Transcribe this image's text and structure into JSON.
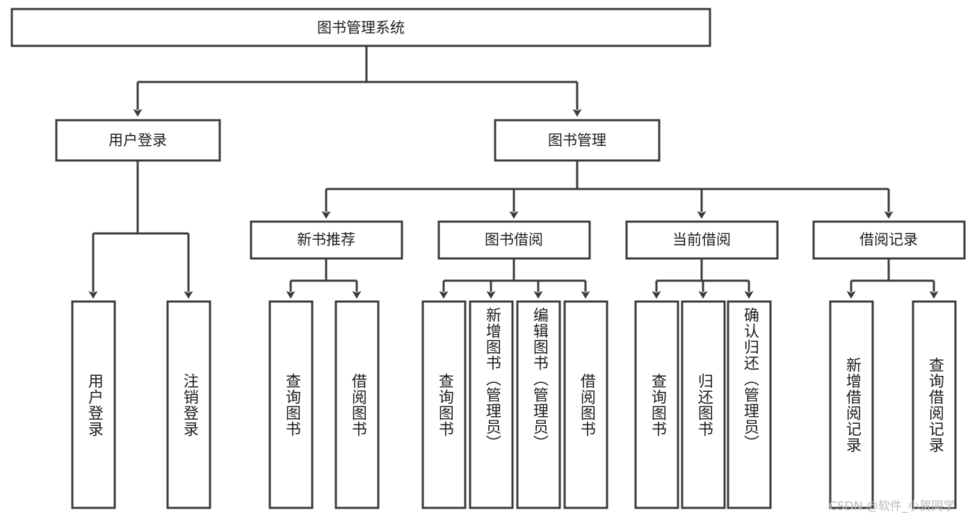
{
  "diagram": {
    "title": "图书管理系统",
    "type": "tree",
    "root": {
      "id": "root",
      "label": "图书管理系统",
      "orientation": "horizontal"
    },
    "level2": [
      {
        "id": "user-login",
        "label": "用户登录",
        "orientation": "horizontal"
      },
      {
        "id": "book-manage",
        "label": "图书管理",
        "orientation": "horizontal"
      }
    ],
    "level3": [
      {
        "id": "new-book-recommend",
        "label": "新书推荐",
        "orientation": "horizontal",
        "parent": "book-manage"
      },
      {
        "id": "book-borrow",
        "label": "图书借阅",
        "orientation": "horizontal",
        "parent": "book-manage"
      },
      {
        "id": "current-borrow",
        "label": "当前借阅",
        "orientation": "horizontal",
        "parent": "book-manage"
      },
      {
        "id": "borrow-record",
        "label": "借阅记录",
        "orientation": "horizontal",
        "parent": "book-manage"
      }
    ],
    "leaves": [
      {
        "id": "leaf-user-login",
        "label": "用户登录",
        "parent": "user-login",
        "orientation": "vertical"
      },
      {
        "id": "leaf-logout-login",
        "label": "注销登录",
        "parent": "user-login",
        "orientation": "vertical"
      },
      {
        "id": "leaf-query-book-1",
        "label": "查询图书",
        "parent": "new-book-recommend",
        "orientation": "vertical"
      },
      {
        "id": "leaf-borrow-book-1",
        "label": "借阅图书",
        "parent": "new-book-recommend",
        "orientation": "vertical"
      },
      {
        "id": "leaf-query-book-2",
        "label": "查询图书",
        "parent": "book-borrow",
        "orientation": "vertical"
      },
      {
        "id": "leaf-add-book",
        "label": "新增图书（管理员）",
        "parent": "book-borrow",
        "orientation": "vertical"
      },
      {
        "id": "leaf-edit-book",
        "label": "编辑图书（管理员）",
        "parent": "book-borrow",
        "orientation": "vertical"
      },
      {
        "id": "leaf-borrow-book-2",
        "label": "借阅图书",
        "parent": "book-borrow",
        "orientation": "vertical"
      },
      {
        "id": "leaf-query-book-3",
        "label": "查询图书",
        "parent": "current-borrow",
        "orientation": "vertical"
      },
      {
        "id": "leaf-return-book",
        "label": "归还图书",
        "parent": "current-borrow",
        "orientation": "vertical"
      },
      {
        "id": "leaf-confirm-return",
        "label": "确认归还（管理员）",
        "parent": "current-borrow",
        "orientation": "vertical"
      },
      {
        "id": "leaf-add-record",
        "label": "新增借阅记录",
        "parent": "borrow-record",
        "orientation": "vertical"
      },
      {
        "id": "leaf-query-record",
        "label": "查询借阅记录",
        "parent": "borrow-record",
        "orientation": "vertical"
      }
    ],
    "watermark": "CSDN @软件_小贺同学",
    "colors": {
      "background": "#ffffff",
      "box_fill": "#ffffff",
      "box_stroke": "#3a3a3a",
      "text": "#1d1d1d",
      "watermark": "#b9b9b9"
    }
  }
}
